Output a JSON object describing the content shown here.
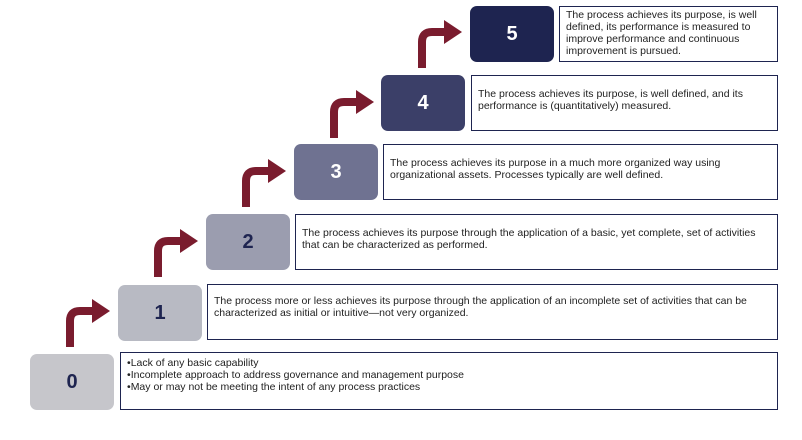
{
  "levels": [
    {
      "number": "0",
      "bg": "#c6c6cb",
      "fg": "#1e2450",
      "bullets": [
        "Lack of any basic capability",
        "Incomplete approach to address governance and management purpose",
        "May or may not be meeting the intent of any process practices"
      ]
    },
    {
      "number": "1",
      "bg": "#b8bac3",
      "fg": "#1e2450",
      "text": "The process more or less achieves its purpose through the application of an incomplete set of activities that can be characterized as initial or intuitive—not very organized."
    },
    {
      "number": "2",
      "bg": "#9b9daf",
      "fg": "#1e2450",
      "text": "The process achieves its purpose through the application of a basic, yet complete, set of activities that can be characterized as performed."
    },
    {
      "number": "3",
      "bg": "#6f7291",
      "fg": "#ffffff",
      "text": "The process achieves its purpose in a much more organized way using organizational assets. Processes typically are well defined."
    },
    {
      "number": "4",
      "bg": "#3b3f68",
      "fg": "#ffffff",
      "text": "The process achieves its purpose, is well defined, and its performance is (quantitatively) measured."
    },
    {
      "number": "5",
      "bg": "#1e2450",
      "fg": "#ffffff",
      "text": "The process achieves its purpose, is well defined, its performance is measured to improve performance and continuous improvement is pursued."
    }
  ],
  "arrow_color": "#7a1c2e"
}
